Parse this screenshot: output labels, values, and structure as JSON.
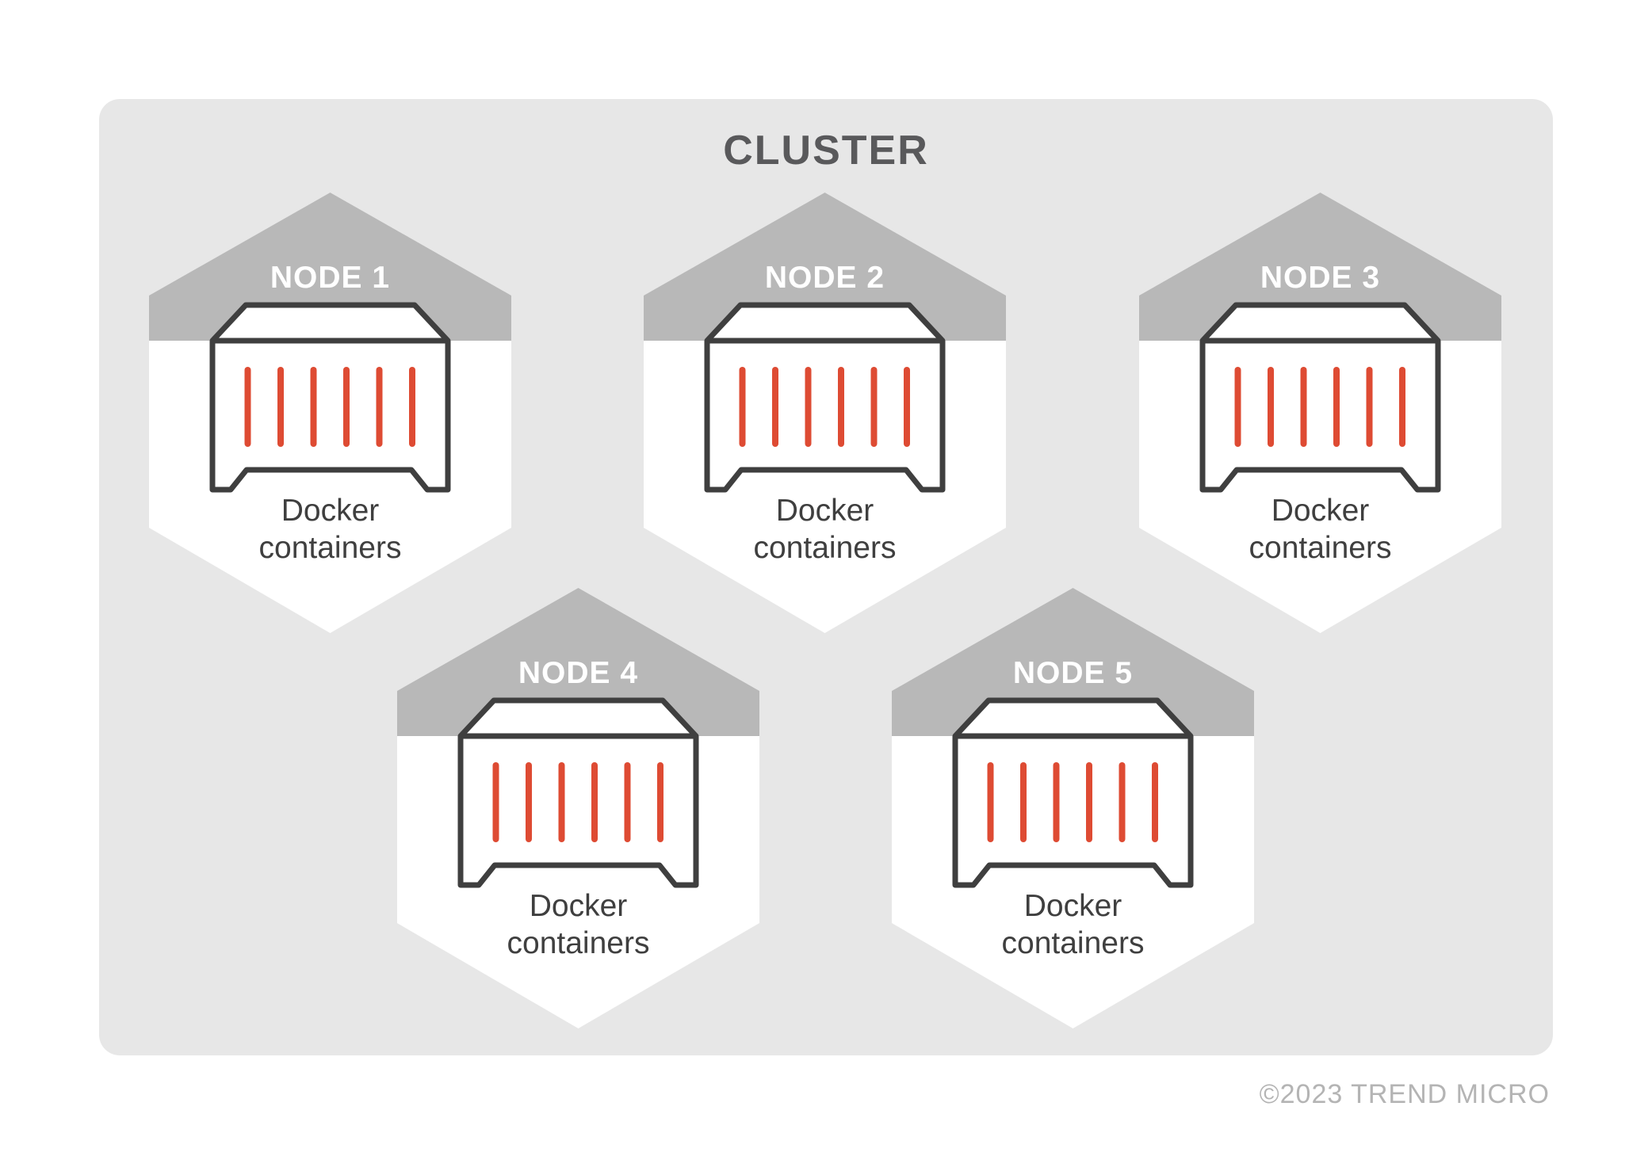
{
  "cluster": {
    "title": "CLUSTER"
  },
  "nodes": [
    {
      "label": "NODE 1",
      "caption": "Docker containers"
    },
    {
      "label": "NODE 2",
      "caption": "Docker containers"
    },
    {
      "label": "NODE 3",
      "caption": "Docker containers"
    },
    {
      "label": "NODE 4",
      "caption": "Docker containers"
    },
    {
      "label": "NODE 5",
      "caption": "Docker containers"
    }
  ],
  "footer": {
    "copyright": "©2023 TREND MICRO"
  },
  "icons": {
    "node_icon": "docker-container-icon"
  },
  "colors": {
    "page_background": "#ffffff",
    "cluster_background": "#e7e7e7",
    "hexagon_roof": "#b8b8b8",
    "hexagon_body": "#ffffff",
    "container_outline": "#3f3f3f",
    "container_stripes": "#de4b33",
    "node_label_text": "#ffffff",
    "caption_text": "#3f3f3f",
    "title_text": "#59595b",
    "copyright_text": "#b4b4b4"
  }
}
